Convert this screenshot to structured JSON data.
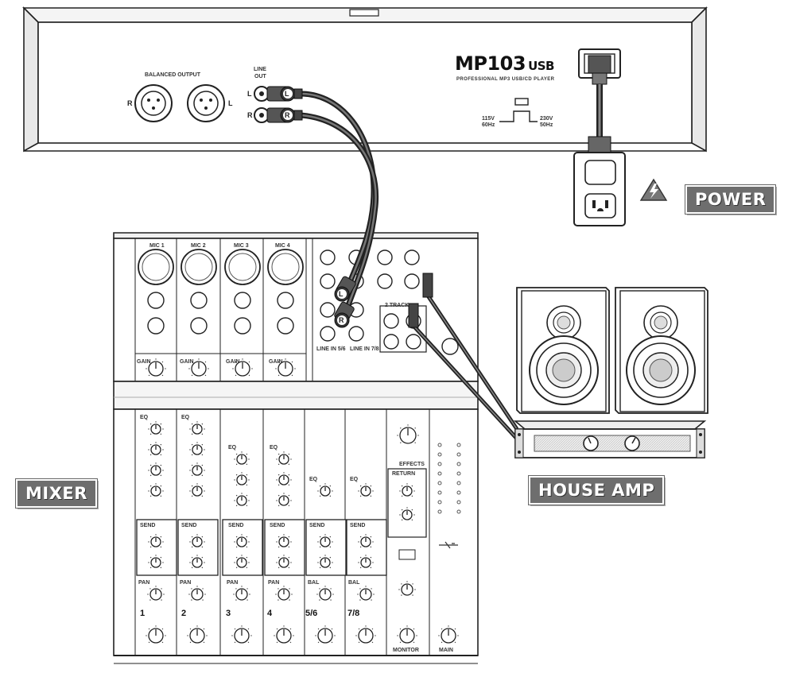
{
  "player": {
    "brand": "MP103",
    "brand_suffix": "USB",
    "subtitle": "PROFESSIONAL MP3 USB/CD PLAYER",
    "balanced_output": "BALANCED OUTPUT",
    "r": "R",
    "l": "L",
    "line_out": [
      "LINE",
      "OUT"
    ],
    "voltage_115": [
      "115V",
      "60Hz"
    ],
    "voltage_230": [
      "230V",
      "50Hz"
    ]
  },
  "callouts": {
    "power": "POWER",
    "mixer": "MIXER",
    "house_amp": "HOUSE AMP"
  },
  "mixer": {
    "mic_labels": [
      "MIC 1",
      "MIC 2",
      "MIC 3",
      "MIC 4"
    ],
    "gain": "GAIN",
    "line_in_labels": [
      "LINE IN 5/6",
      "LINE IN 7/8"
    ],
    "two_track": "2 TRACK",
    "effects": "EFFECTS",
    "return": "RETURN",
    "send": "SEND",
    "pan": "PAN",
    "bal": "BAL",
    "eq": "EQ",
    "channel_numbers": [
      "1",
      "2",
      "3",
      "4",
      "5/6",
      "7/8"
    ],
    "monitor": "MONITOR",
    "main": "MAIN"
  },
  "plug_letters": {
    "left": "L",
    "right": "R"
  }
}
